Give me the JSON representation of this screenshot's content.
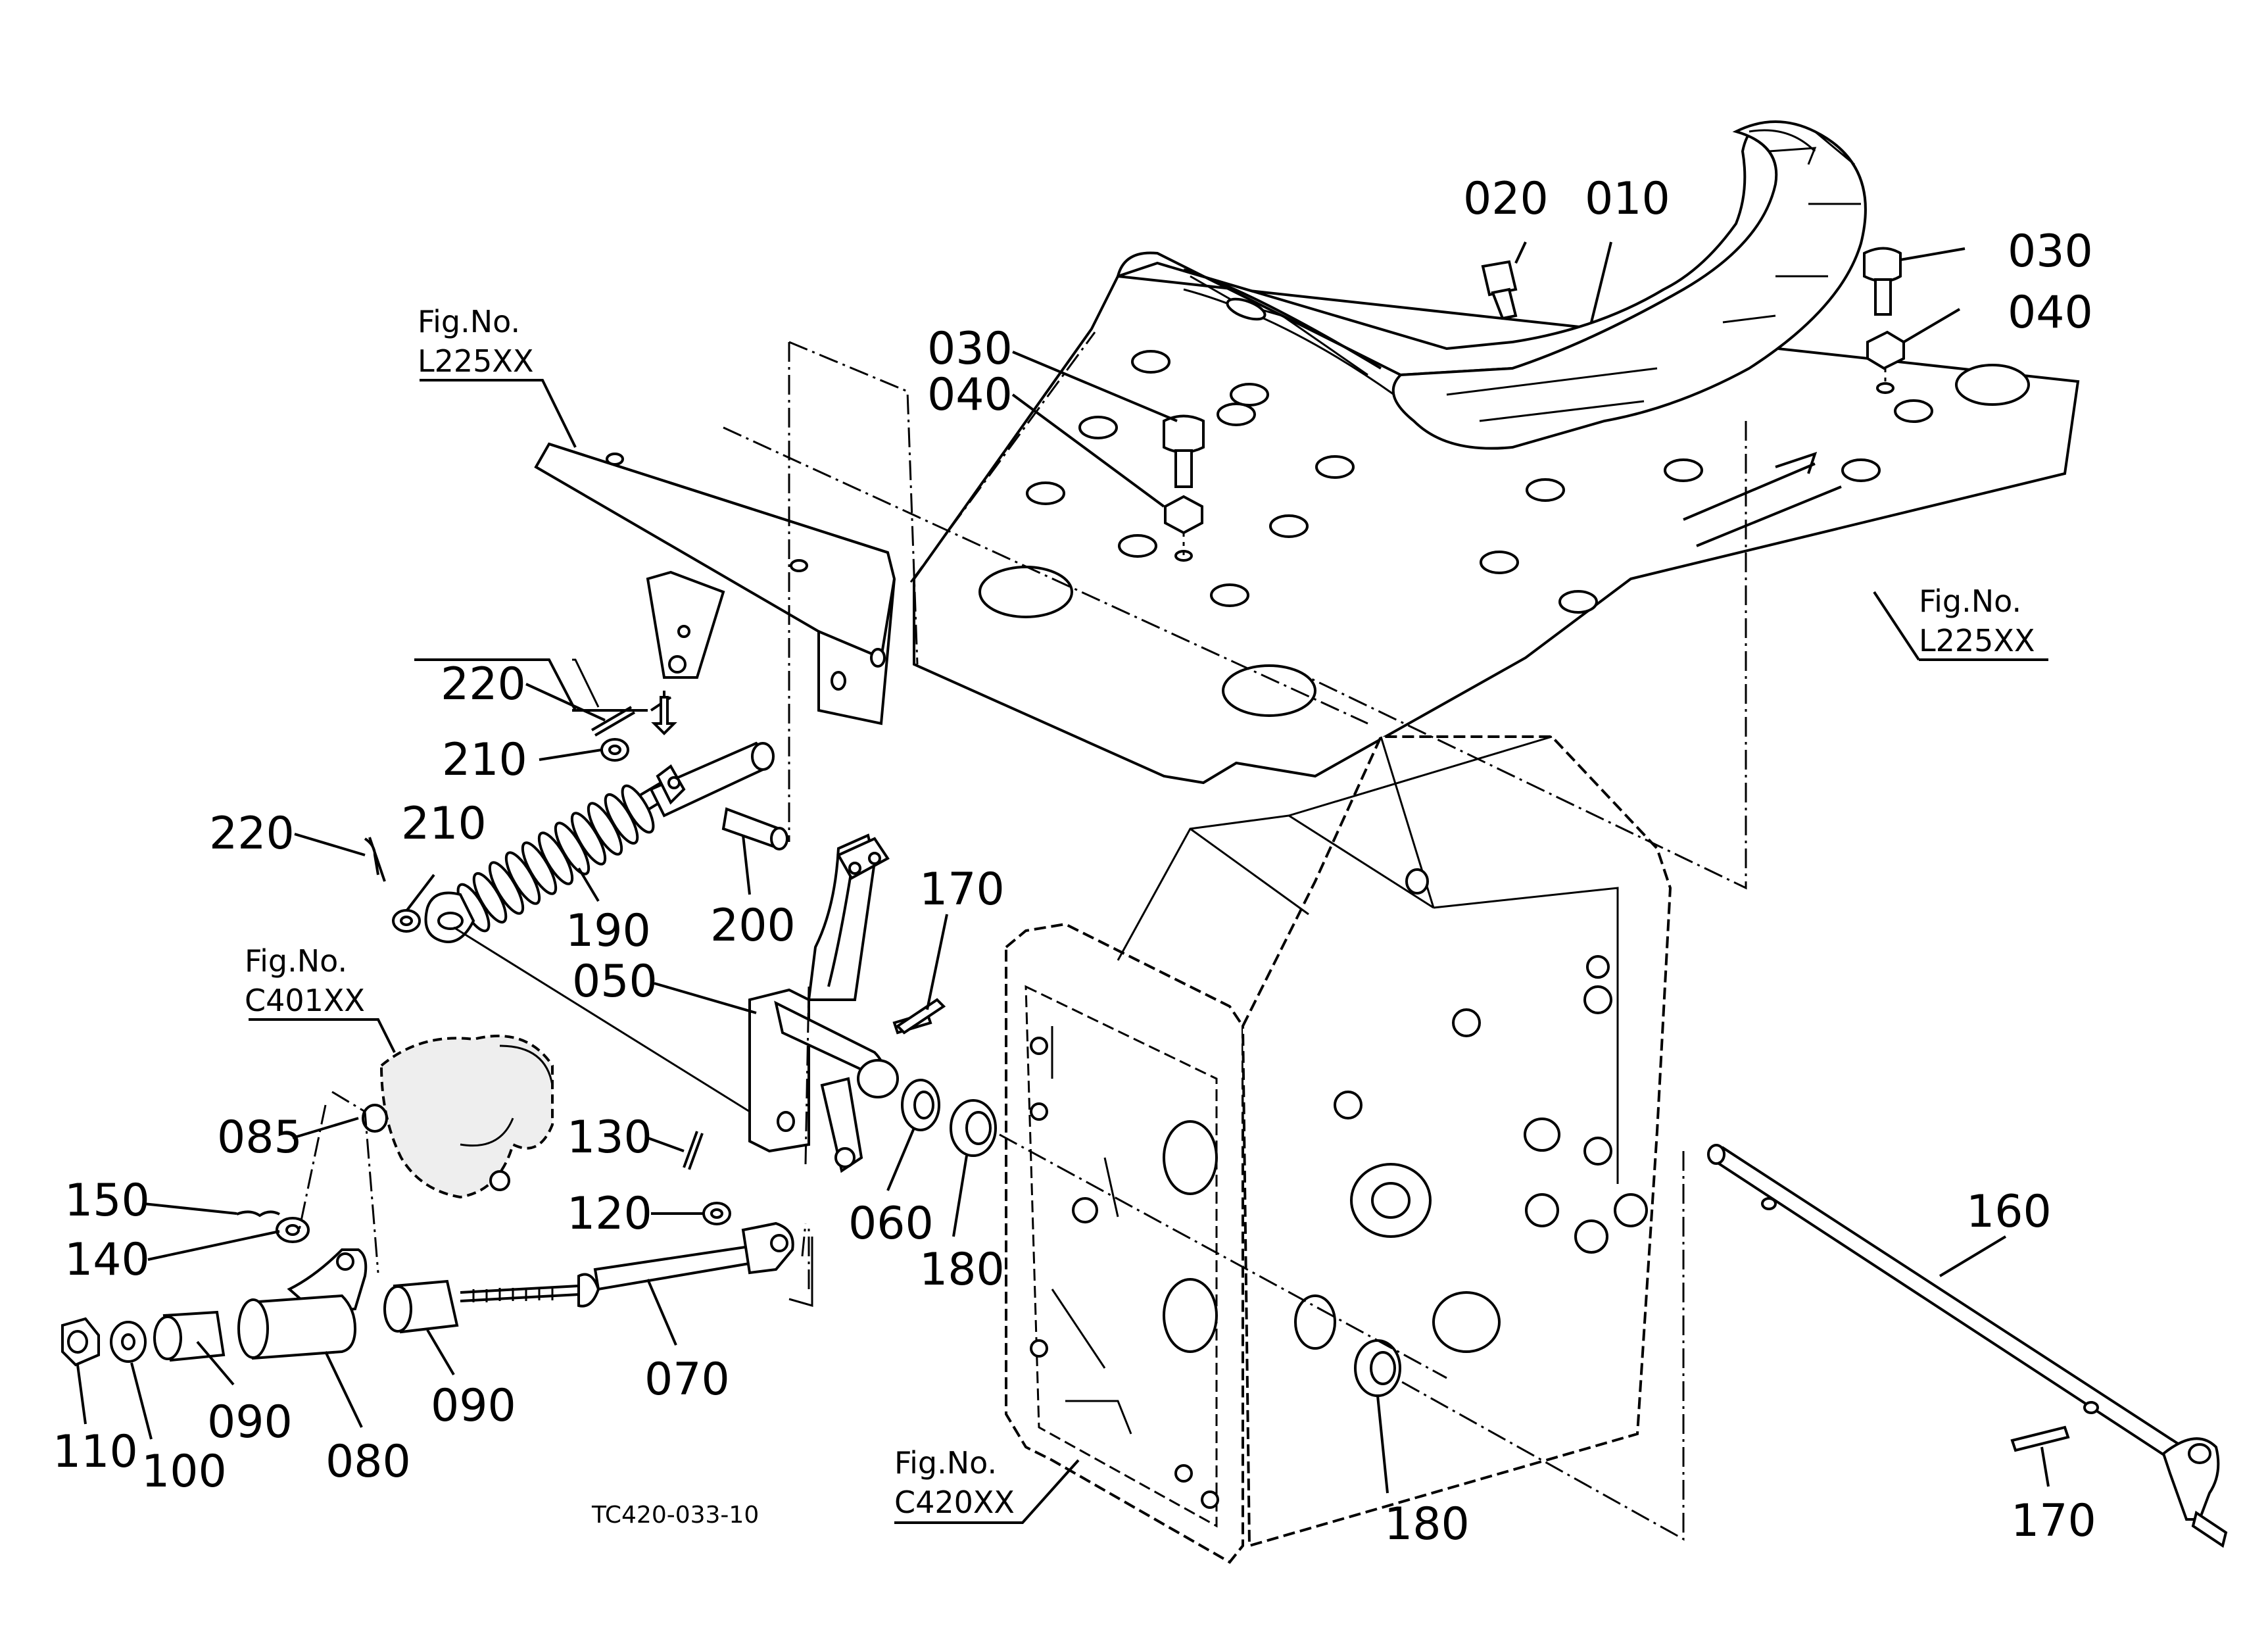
{
  "drawing_code": "TC420-033-10",
  "references": {
    "l225_top": {
      "line1": "Fig.No.",
      "line2": "L225XX"
    },
    "l225_right": {
      "line1": "Fig.No.",
      "line2": "L225XX"
    },
    "c401": {
      "line1": "Fig.No.",
      "line2": "C401XX"
    },
    "c420": {
      "line1": "Fig.No.",
      "line2": "C420XX"
    }
  },
  "callouts": {
    "p010": "010",
    "p020": "020",
    "p030_top_right": "030",
    "p040_top_right": "040",
    "p030_left": "030",
    "p040_left": "040",
    "p220_upper": "220",
    "p210_upper": "210",
    "p220_lower": "220",
    "p210_lower": "210",
    "p190": "190",
    "p200": "200",
    "p170_upper": "170",
    "p050": "050",
    "p085": "085",
    "p130": "130",
    "p150": "150",
    "p140": "140",
    "p120": "120",
    "p060": "060",
    "p180_mid": "180",
    "p070": "070",
    "p090_right": "090",
    "p090_left": "090",
    "p080": "080",
    "p110": "110",
    "p100": "100",
    "p160": "160",
    "p170_lower": "170",
    "p180_bottom": "180"
  }
}
